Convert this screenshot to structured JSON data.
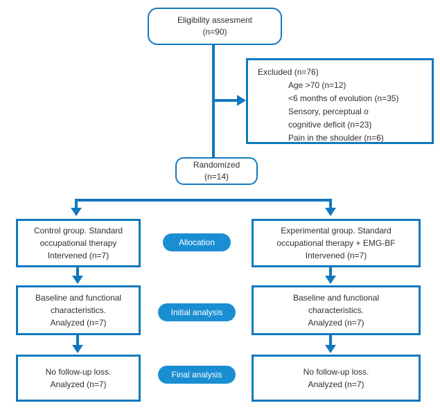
{
  "colors": {
    "line": "#1178bf",
    "pill_fill": "#1a8ed2",
    "pill_text": "#ffffff",
    "text": "#2f2f2f",
    "background": "#ffffff"
  },
  "nodes": {
    "eligibility": "Eligibility assesment\n(n=90)",
    "excluded_title": "Excluded (n=76)",
    "excluded_items": [
      "Age >70 (n=12)",
      "<6 months of evolution (n=35)",
      "Sensory, perceptual o",
      "cognitive deficit (n=23)",
      "Pain in the shoulder (n=6)"
    ],
    "randomized": "Randomized\n(n=14)",
    "control_group": "Control group. Standard\noccupational therapy\nIntervened (n=7)",
    "experimental_group": "Experimental group. Standard\noccupational therapy + EMG-BF\nIntervened (n=7)",
    "baseline_control": "Baseline and functional\ncharacteristics.\nAnalyzed (n=7)",
    "baseline_experimental": "Baseline and functional\ncharacteristics.\nAnalyzed (n=7)",
    "final_control": "No follow-up loss.\nAnalyzed (n=7)",
    "final_experimental": "No follow-up loss.\nAnalyzed (n=7)"
  },
  "stage_labels": {
    "allocation": "Allocation",
    "initial_analysis": "Initial analysis",
    "final_analysis": "Final analysis"
  }
}
